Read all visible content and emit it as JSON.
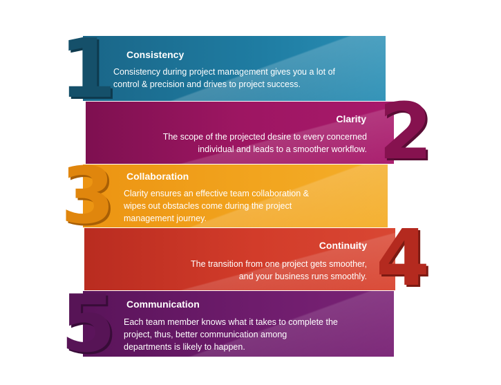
{
  "steps": [
    {
      "number": "1",
      "title": "Consistency",
      "body": "Consistency during project management gives you a lot of\ncontrol &  precision and drives to project success.",
      "color": "#1c7090"
    },
    {
      "number": "2",
      "title": "Clarity",
      "body": "The scope of the projected desire to every concerned\nindividual and leads to a smoother workflow.",
      "color": "#9b1560"
    },
    {
      "number": "3",
      "title": "Collaboration",
      "body": "Clarity ensures an effective team collaboration &\nwipes out obstacles come during the project\nmanagement journey.",
      "color": "#f0a01c"
    },
    {
      "number": "4",
      "title": "Continuity",
      "body": "The transition from one project gets smoother,\nand your business runs smoothly.",
      "color": "#cf3a2a"
    },
    {
      "number": "5",
      "title": "Communication",
      "body": "Each team member knows what it takes to complete the\nproject, thus, better communication among\ndepartments is likely to happen.",
      "color": "#6b1a68"
    }
  ]
}
